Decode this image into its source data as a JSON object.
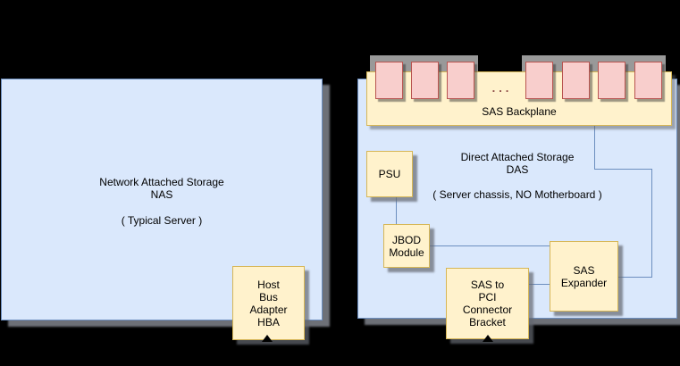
{
  "colors": {
    "background": "#000000",
    "panel_fill": "#dae8fc",
    "panel_stroke": "#6c8ebf",
    "box_fill": "#fff2cc",
    "box_stroke": "#d6b656",
    "drive_fill": "#f8cecc",
    "drive_stroke": "#b85450",
    "connector_gray": "#999999",
    "line": "#6c8ebf",
    "text": "#000000"
  },
  "nas": {
    "title": "Network Attached Storage\nNAS",
    "note": "( Typical Server )",
    "hba_label": "Host\nBus\nAdapter\nHBA"
  },
  "das": {
    "title": "Direct Attached Storage\nDAS",
    "note": "( Server chassis, NO Motherboard )",
    "backplane_label": "SAS Backplane",
    "ellipsis": "...",
    "psu_label": "PSU",
    "jbod_label": "JBOD\nModule",
    "bracket_label": "SAS to\nPCI\nConnector\nBracket",
    "expander_label": "SAS\nExpander",
    "drive_count": 7,
    "drive_groups": [
      3,
      4
    ]
  }
}
